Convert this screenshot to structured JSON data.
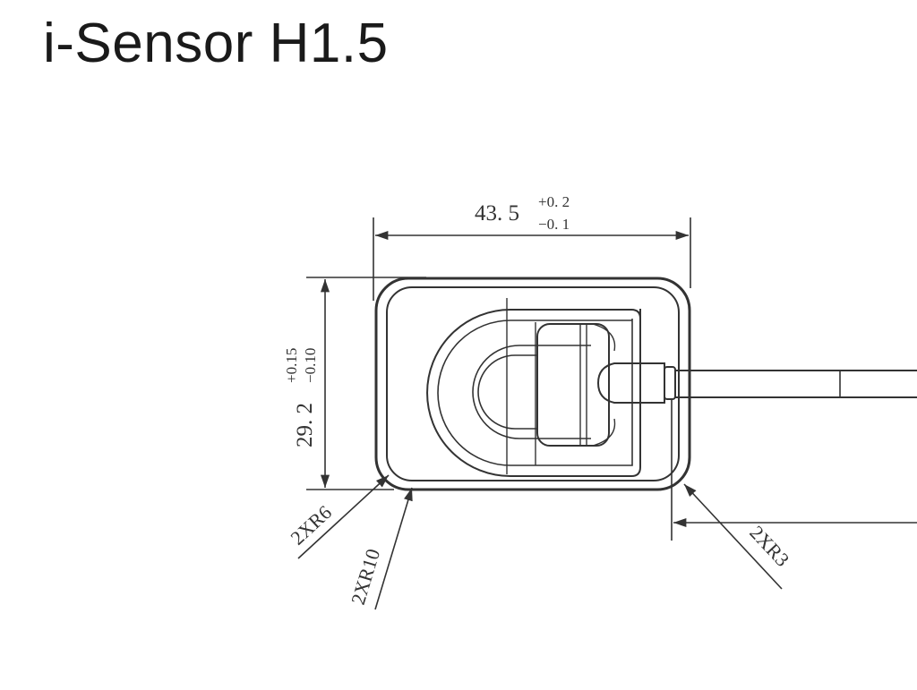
{
  "title": "i-Sensor H1.5",
  "dimensions": {
    "width": {
      "nominal": "43. 5",
      "upper_tol": "+0. 2",
      "lower_tol": "−0. 1"
    },
    "height": {
      "nominal": "29. 2",
      "upper_tol": "+0.15",
      "lower_tol": "−0.10"
    }
  },
  "radius_callouts": {
    "r6": "2XR6",
    "r10": "2XR10",
    "r3": "2XR3"
  }
}
